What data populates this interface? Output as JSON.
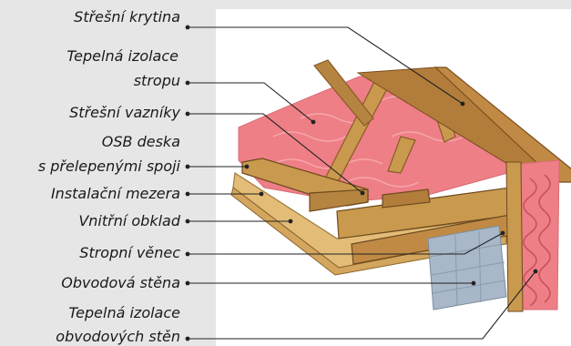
{
  "diagram": {
    "labels": [
      {
        "id": "stresni-krytina",
        "lines": [
          "Střešní krytina"
        ]
      },
      {
        "id": "tepelna-izolace-stropu",
        "lines": [
          "Tepelná izolace",
          "stropu"
        ]
      },
      {
        "id": "stresni-vazniky",
        "lines": [
          "Střešní vazníky"
        ]
      },
      {
        "id": "osb-deska",
        "lines": [
          "OSB deska",
          "s přelepenými spoji"
        ]
      },
      {
        "id": "instalacni-mezera",
        "lines": [
          "Instalační mezera"
        ]
      },
      {
        "id": "vnitrni-obklad",
        "lines": [
          "Vnitřní obklad"
        ]
      },
      {
        "id": "stropni-venec",
        "lines": [
          "Stropní věnec"
        ]
      },
      {
        "id": "obvodova-stena",
        "lines": [
          "Obvodová stěna"
        ]
      },
      {
        "id": "tepelna-izolace-obvodovych-sten",
        "lines": [
          "Tepelná izolace",
          "obvodových stěn"
        ]
      }
    ]
  },
  "colors": {
    "panel": "#e6e6e6",
    "insulation": "#ee7f86",
    "wood": "#c99a4e",
    "osb": "#e3bd78",
    "wall": "#a9b8c8",
    "leader": "#222222"
  }
}
